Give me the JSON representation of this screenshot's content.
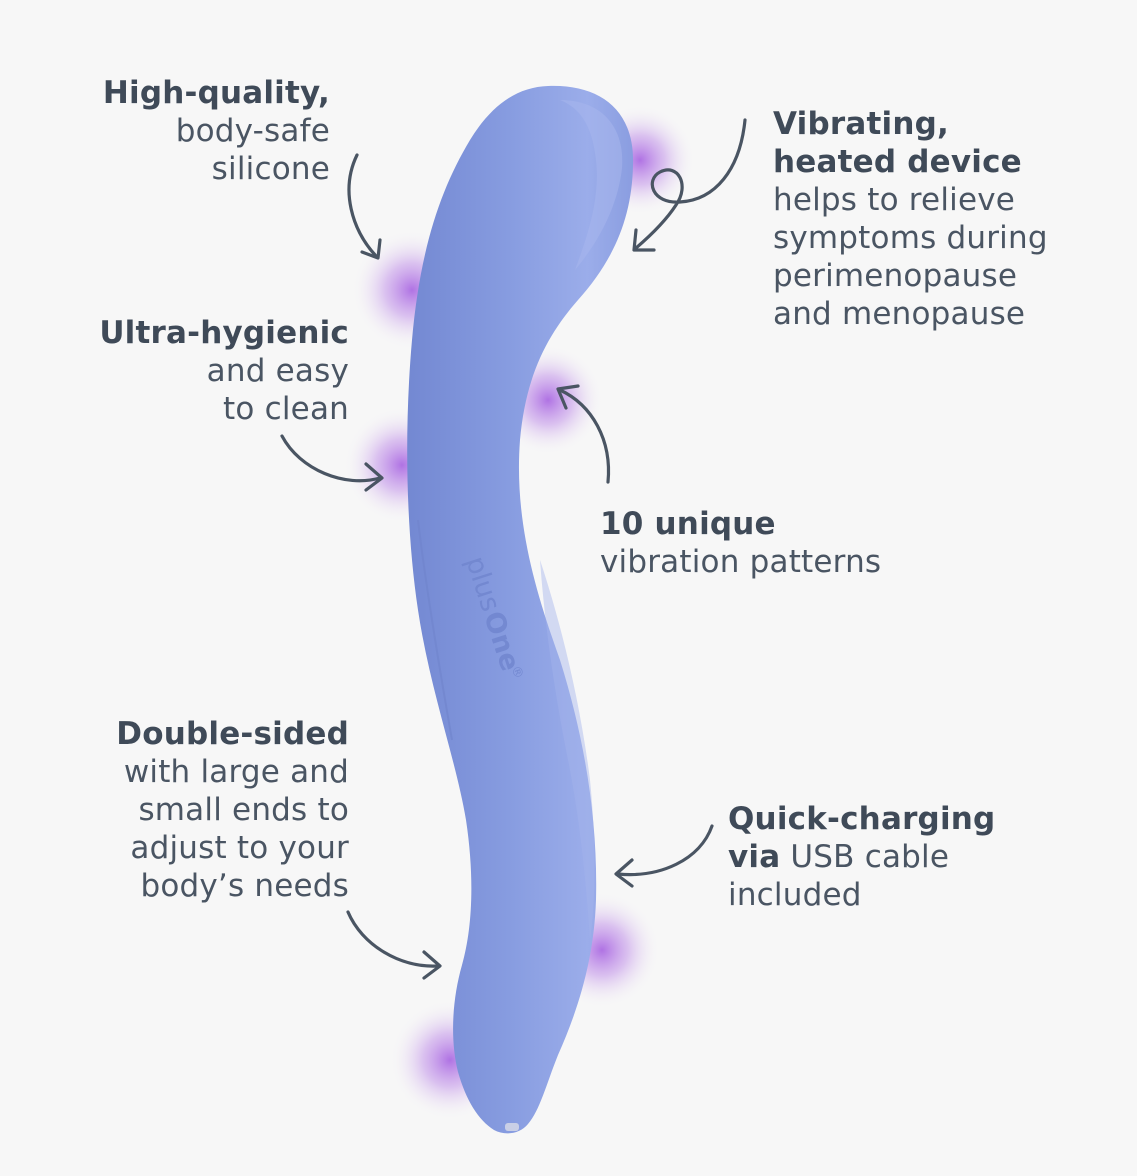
{
  "callouts": {
    "quality": {
      "bold": "High-quality,",
      "lines": [
        "body-safe",
        "silicone"
      ]
    },
    "vibrating": {
      "bold_lines": [
        "Vibrating,",
        "heated device"
      ],
      "lines": [
        "helps to relieve",
        "symptoms during",
        "perimenopause",
        "and menopause"
      ]
    },
    "hygienic": {
      "bold": "Ultra-hygienic",
      "lines": [
        "and easy",
        "to clean"
      ]
    },
    "patterns": {
      "bold": "10 unique",
      "lines": [
        "vibration patterns"
      ]
    },
    "double": {
      "bold": "Double-sided",
      "lines": [
        "with large and",
        "small ends to",
        "adjust to your",
        "body’s needs"
      ]
    },
    "charging": {
      "bold_lines": [
        "Quick-charging"
      ],
      "mixed_bold": "via",
      "mixed_light": " USB cable",
      "lines": [
        "included"
      ]
    }
  },
  "product": {
    "logo_text_a": "plus",
    "logo_text_b": "One",
    "logo_mark": "®",
    "body_color": "#8399dd",
    "highlight_color": "#a4b4ec",
    "glow_color": "#a35be0"
  },
  "colors": {
    "text": "#45505e",
    "background": "#f7f7f7",
    "arrow": "#4a5563"
  }
}
